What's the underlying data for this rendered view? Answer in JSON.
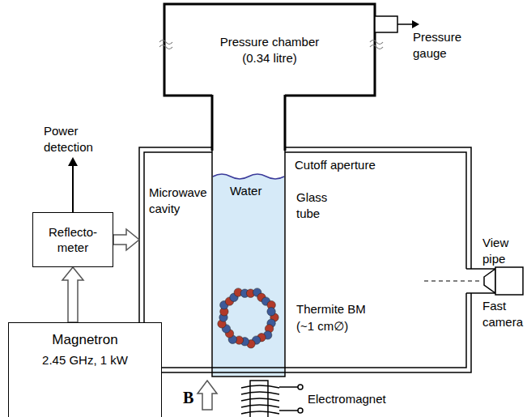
{
  "diagram": {
    "nodes": [
      {
        "text": [
          "Pressure chamber (0.34 litre)"
        ]
      },
      {
        "text": [
          "Microwave cavity"
        ]
      },
      {
        "text": [
          "Reflecto- meter"
        ]
      },
      {
        "text": [
          "Magnetron",
          "2.45 GHz, 1 kW"
        ]
      }
    ],
    "edges": [
      {
        "from": 3,
        "to": 2,
        "arrow": "to"
      },
      {
        "from": 2,
        "to": 1,
        "arrow": "to"
      }
    ],
    "labels": [
      "Pressure gauge",
      "Power detection",
      "Cutoff aperture",
      "Water",
      "Glass tube",
      "Thermite BM",
      "(~1 cm∅)",
      "View pipe",
      "Fast camera",
      "Electromagnet",
      "B"
    ]
  }
}
